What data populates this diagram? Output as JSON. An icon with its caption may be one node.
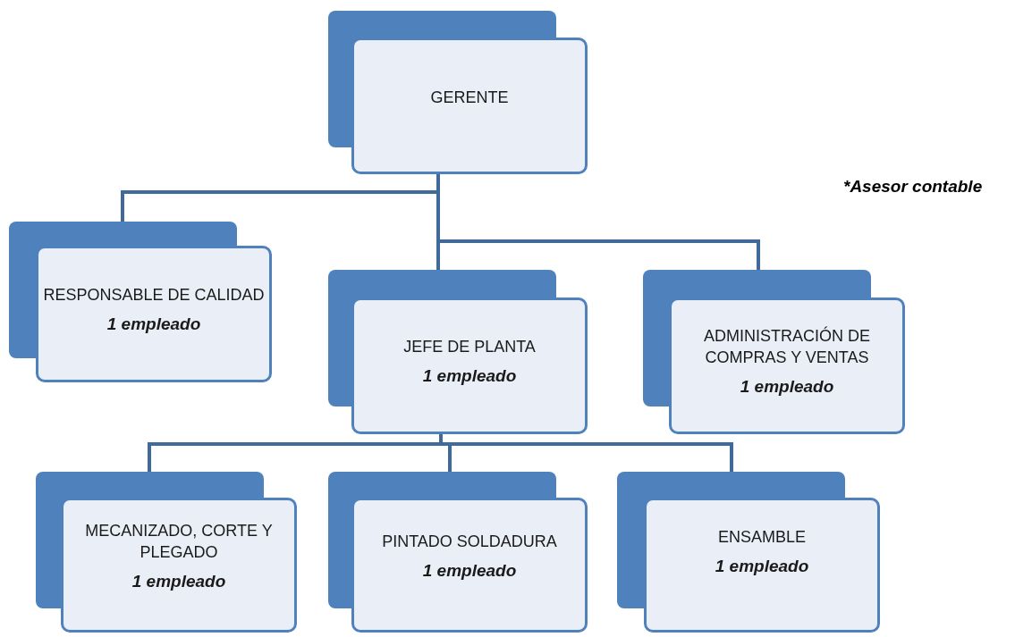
{
  "diagram": {
    "nodes": [
      {
        "text": [
          "GERENTE"
        ]
      },
      {
        "text": [
          "RESPONSABLE DE CALIDAD",
          "1 empleado"
        ]
      },
      {
        "text": [
          "JEFE DE PLANTA",
          "1 empleado"
        ]
      },
      {
        "text": [
          "ADMINISTRACIÓN DE COMPRAS Y VENTAS",
          "1 empleado"
        ]
      },
      {
        "text": [
          "MECANIZADO, CORTE Y PLEGADO",
          "1 empleado"
        ]
      },
      {
        "text": [
          "PINTADO SOLDADURA",
          "1 empleado"
        ]
      },
      {
        "text": [
          "ENSAMBLE",
          "1 empleado"
        ]
      }
    ],
    "edges": [
      {
        "from": 0,
        "to": 1,
        "arrow": "none"
      },
      {
        "from": 0,
        "to": 2,
        "arrow": "none"
      },
      {
        "from": 0,
        "to": 3,
        "arrow": "none"
      },
      {
        "from": 2,
        "to": 4,
        "arrow": "none"
      },
      {
        "from": 2,
        "to": 5,
        "arrow": "none"
      },
      {
        "from": 2,
        "to": 6,
        "arrow": "none"
      }
    ],
    "labels": [
      "*Asesor contable"
    ]
  }
}
